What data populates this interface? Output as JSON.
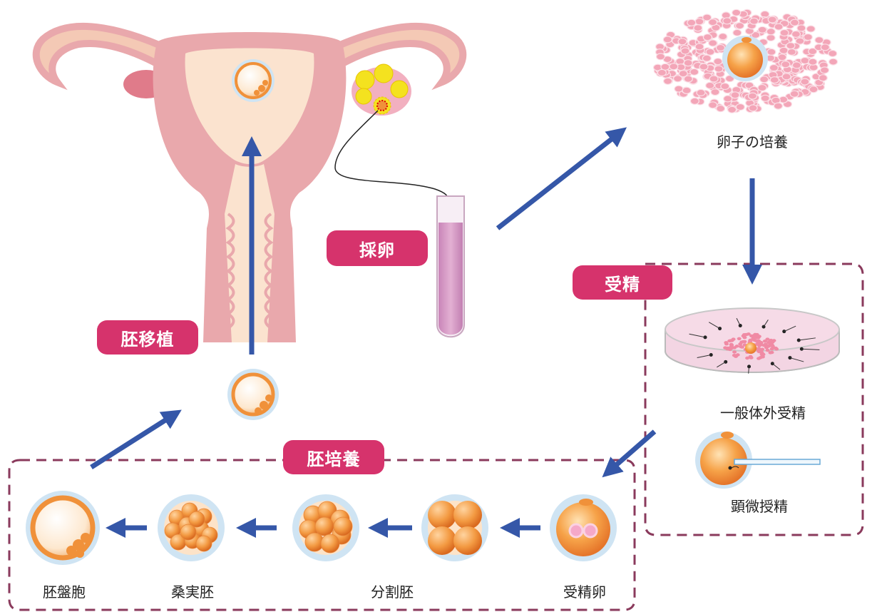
{
  "steps": {
    "egg_retrieval": "採卵",
    "fertilization": "受精",
    "embryo_transfer": "胚移植",
    "embryo_culture": "胚培養"
  },
  "labels": {
    "oocyte_culture": "卵子の培養",
    "conventional_ivf": "一般体外受精",
    "icsi": "顕微授精",
    "fertilized_egg": "受精卵",
    "cleavage_embryo": "分割胚",
    "morula": "桑実胚",
    "blastocyst": "胚盤胞"
  },
  "colors": {
    "accent": "#d6336c",
    "arrow": "#3557a8",
    "dashed_frame": "#8a3a5c",
    "uterus": "#e9a8ac",
    "uterus_inner": "#fbe3cf",
    "cell": "#f0913a",
    "zona": "#cfe4f3"
  }
}
